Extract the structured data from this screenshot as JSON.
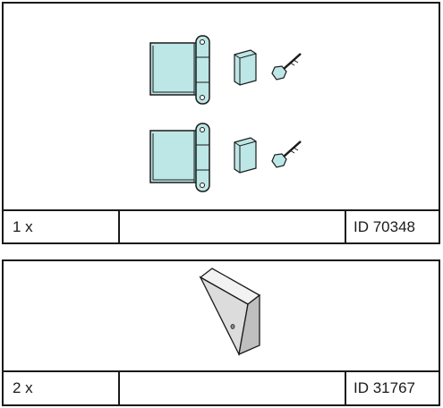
{
  "parts": [
    {
      "quantity": "1 x",
      "description": "",
      "id": "ID 70348"
    },
    {
      "quantity": "2 x",
      "description": "",
      "id": "ID 31767"
    }
  ],
  "colors": {
    "border": "#1a1a1a",
    "part_fill": "#bde6e6",
    "part_fill_dark": "#8fcfcf",
    "block_light": "#f2f2f2",
    "block_mid": "#dcdcdc",
    "block_dark": "#bfbfbf"
  },
  "icons": {
    "panel_1": [
      "hinge-icon",
      "spacer-plate-icon",
      "screw-icon"
    ],
    "panel_2": [
      "wedge-block-icon"
    ]
  }
}
